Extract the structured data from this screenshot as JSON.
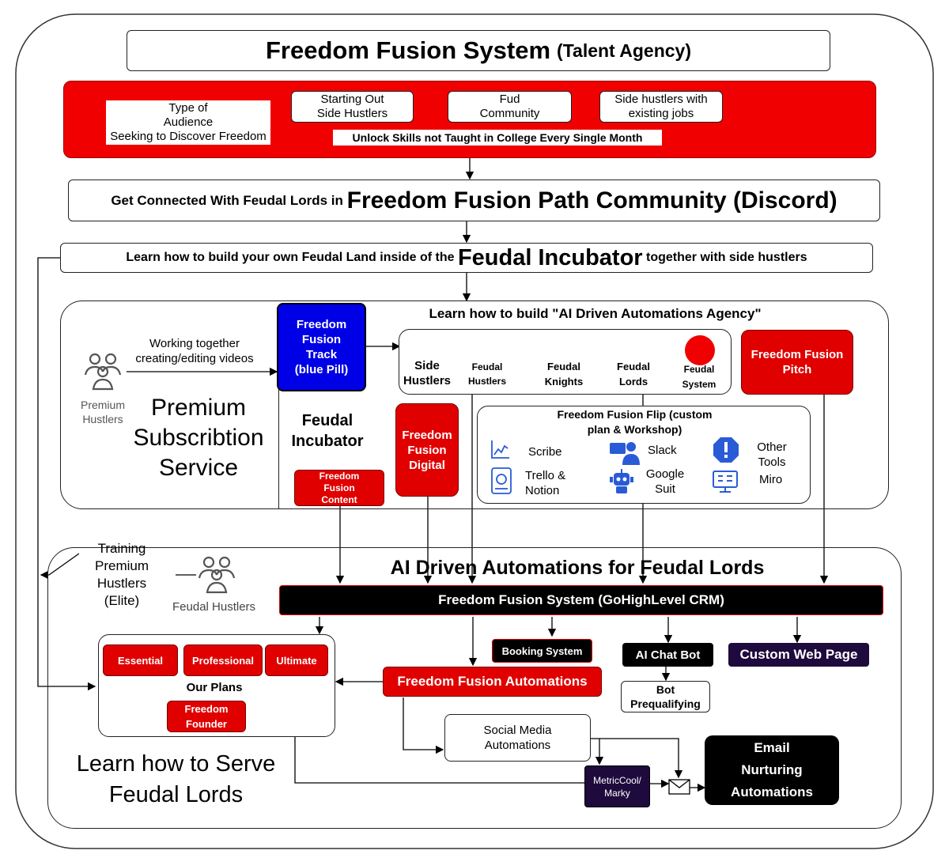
{
  "title": {
    "main": "Freedom Fusion System",
    "sub": "(Talent Agency)"
  },
  "audience": {
    "type_label": "Type of\nAudience\nSeeking to Discover Freedom",
    "groups": [
      "Starting Out\nSide Hustlers",
      "Fud\nCommunity",
      "Side hustlers with\nexisting jobs"
    ],
    "tagline": "Unlock Skills not Taught in College Every Single Month"
  },
  "community": {
    "prefix": "Get Connected With Feudal Lords in ",
    "big": "Freedom Fusion Path Community (Discord)"
  },
  "incubator_bar": {
    "prefix": "Learn how to build your own Feudal Land inside of the ",
    "big": "Feudal Incubator",
    "suffix": " together with side hustlers"
  },
  "agency": {
    "heading": "Learn how to build \"AI Driven Automations Agency\"",
    "premium_hustlers": "Premium\nHustlers",
    "working_together": "Working together\ncreating/editing videos",
    "premium_service": "Premium\nSubscribtion\nService",
    "track": "Freedom\nFusion\nTrack\n(blue Pill)",
    "incubator": "Feudal\nIncubator",
    "content": "Freedom\nFusion\nContent",
    "digital": "Freedom\nFusion\nDigital",
    "pitch": "Freedom Fusion\nPitch",
    "levels": [
      "Side\nHustlers",
      "Feudal\nHustlers",
      "Feudal\nKnights",
      "Feudal\nLords",
      "Feudal\nSystem"
    ],
    "flip_title": "Freedom Fusion Flip  (custom\nplan & Workshop)",
    "tools": {
      "scribe": "Scribe",
      "trello": "Trello &\nNotion",
      "slack": "Slack",
      "google": "Google\nSuit",
      "other": "Other\nTools",
      "miro": "Miro"
    }
  },
  "automations": {
    "heading": "AI Driven Automations for Feudal Lords",
    "training": "Training\nPremium Hustlers\n(Elite)",
    "feudal_hustlers": "Feudal Hustlers",
    "crm": "Freedom Fusion System (GoHighLevel CRM)",
    "plans": [
      "Essential",
      "Professional",
      "Ultimate"
    ],
    "plans_label": "Our Plans",
    "founder": "Freedom\nFounder",
    "booking": "Booking System",
    "ffa": "Freedom Fusion Automations",
    "chatbot": "AI Chat Bot",
    "bot_pre": "Bot\nPrequalifying",
    "web_page": "Custom Web Page",
    "social": "Social Media\nAutomations",
    "metric": "MetricCool/\nMarky",
    "email": "Email\nNurturing\nAutomations",
    "serve": "Learn how to Serve\nFeudal Lords"
  },
  "colors": {
    "red": "#e00000",
    "blue": "#0000e6",
    "black": "#000000",
    "purple": "#1e0a3c",
    "icon_blue": "#2a5bd7"
  },
  "icons": [
    "people-group-icon",
    "chart-line-icon",
    "chat-person-icon",
    "alert-icon",
    "document-icon",
    "robot-icon",
    "monitor-grid-icon",
    "envelope-icon",
    "red-circle-icon"
  ]
}
